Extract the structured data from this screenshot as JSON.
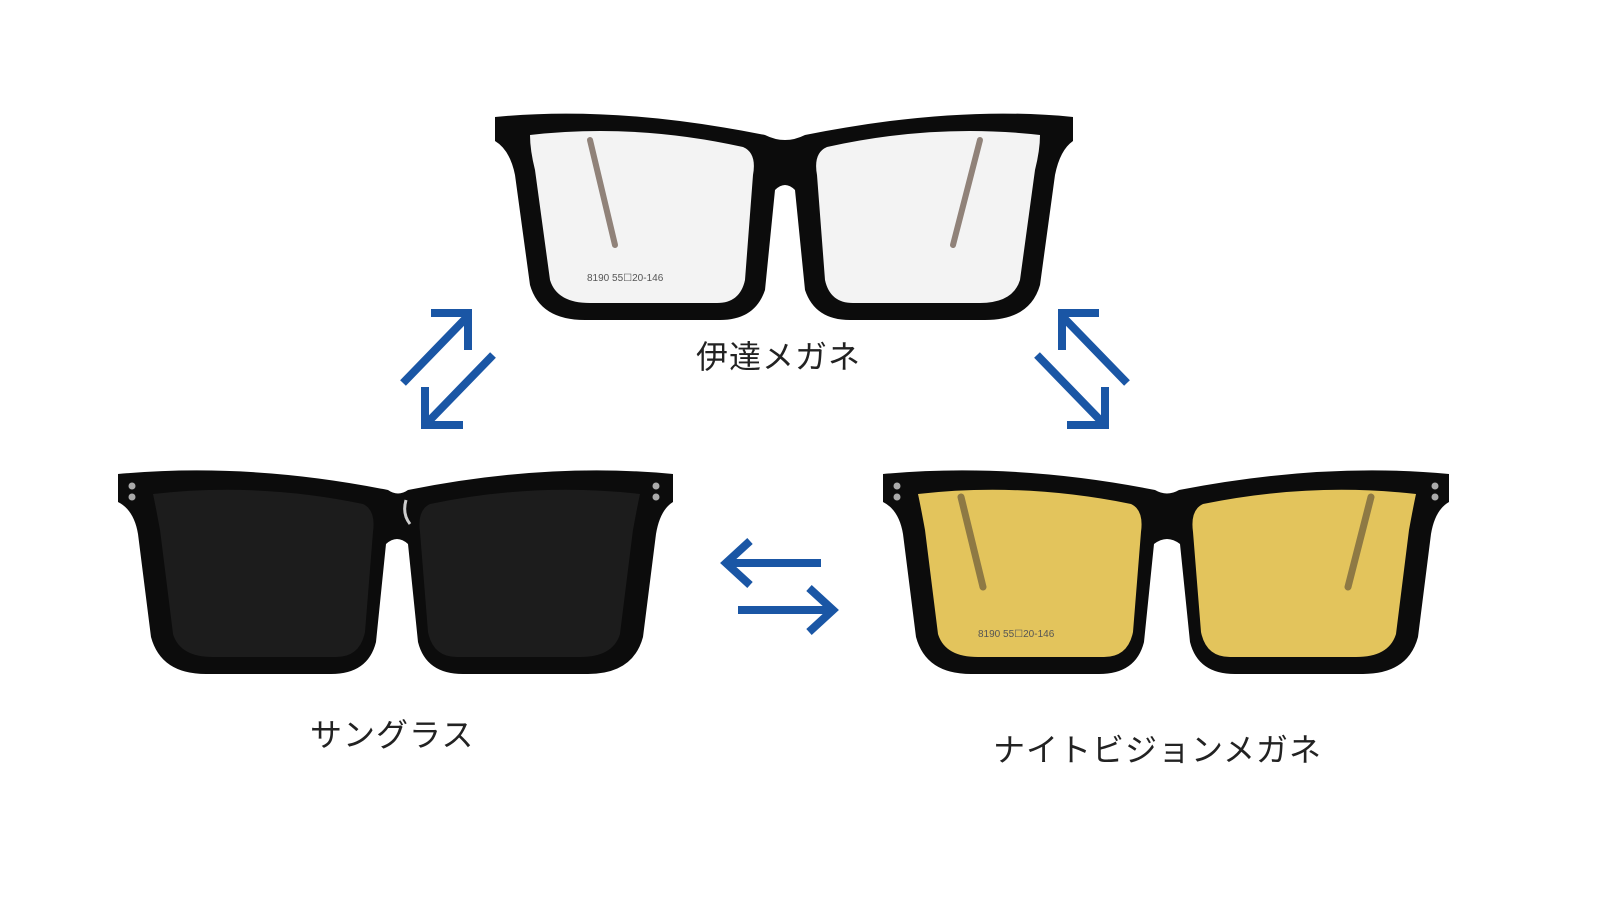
{
  "diagram": {
    "nodes": {
      "top": {
        "label": "伊達メガネ",
        "lens": "clear",
        "imprint": "8190 55☐20-146"
      },
      "left": {
        "label": "サングラス",
        "lens": "dark"
      },
      "right": {
        "label": "ナイトビジョンメガネ",
        "lens": "yellow",
        "imprint": "8190 55☐20-146"
      }
    },
    "edges": [
      {
        "from": "top",
        "to": "left",
        "type": "bidirectional"
      },
      {
        "from": "top",
        "to": "right",
        "type": "bidirectional"
      },
      {
        "from": "left",
        "to": "right",
        "type": "bidirectional"
      }
    ],
    "colors": {
      "arrow": "#1a56a5",
      "frame": "#0c0c0c",
      "clear_lens": "#f3f3f3",
      "dark_lens": "#1c1c1c",
      "yellow_lens": "#e3c45c",
      "temple": "#8a6f5c"
    }
  }
}
